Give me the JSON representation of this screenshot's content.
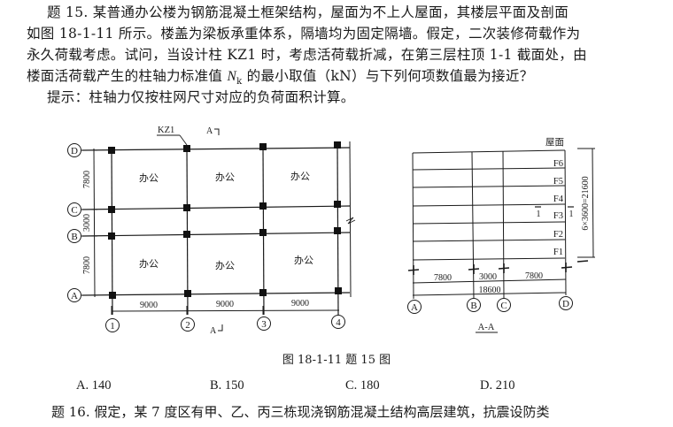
{
  "question15": {
    "line1": "题 15. 某普通办公楼为钢筋混凝土框架结构，屋面为不上人屋面，其楼层平面及剖面",
    "line2": "如图 18-1-11 所示。楼盖为梁板承重体系，隔墙均为固定隔墙。假定，二次装修荷载作为",
    "line3": "永久荷载考虑。试问，当设计柱 KZ1 时，考虑活荷载折减，在第三层柱顶 1-1 截面处，由",
    "line4_pre": "楼面活荷载产生的柱轴力标准值 ",
    "line4_var": "N",
    "line4_sub": "k",
    "line4_post": " 的最小取值（kN）与下列何项数值最为接近？",
    "hint": "提示：柱轴力仅按柱网尺寸对应的负荷面积计算。"
  },
  "figure": {
    "caption": "图 18-1-11   题 15 图",
    "plan": {
      "row_axes": [
        "D",
        "C",
        "B",
        "A"
      ],
      "column_axes": [
        "1",
        "2",
        "3",
        "4"
      ],
      "row_spacings": [
        "7800",
        "3000",
        "7800"
      ],
      "column_spacings": [
        "9000",
        "9000",
        "9000"
      ],
      "room_label": "办公",
      "column_tag": "KZ1",
      "section_mark": "A"
    },
    "section": {
      "title": "A-A",
      "roof_label": "屋面",
      "floors": [
        "F6",
        "F5",
        "F4",
        "F3",
        "F2",
        "F1"
      ],
      "cut_label": "1",
      "height_dim": "6×3600=21600",
      "bay_dims": [
        "7800",
        "3000",
        "7800"
      ],
      "total_dim": "18600",
      "axes": [
        "A",
        "B",
        "C",
        "D"
      ]
    }
  },
  "options": [
    {
      "label": "A. 140"
    },
    {
      "label": "B. 150"
    },
    {
      "label": "C. 180"
    },
    {
      "label": "D. 210"
    }
  ],
  "question16": {
    "line1": "题 16. 假定，某 7 度区有甲、乙、丙三栋现浇钢筋混凝土结构高层建筑，抗震设防类"
  }
}
